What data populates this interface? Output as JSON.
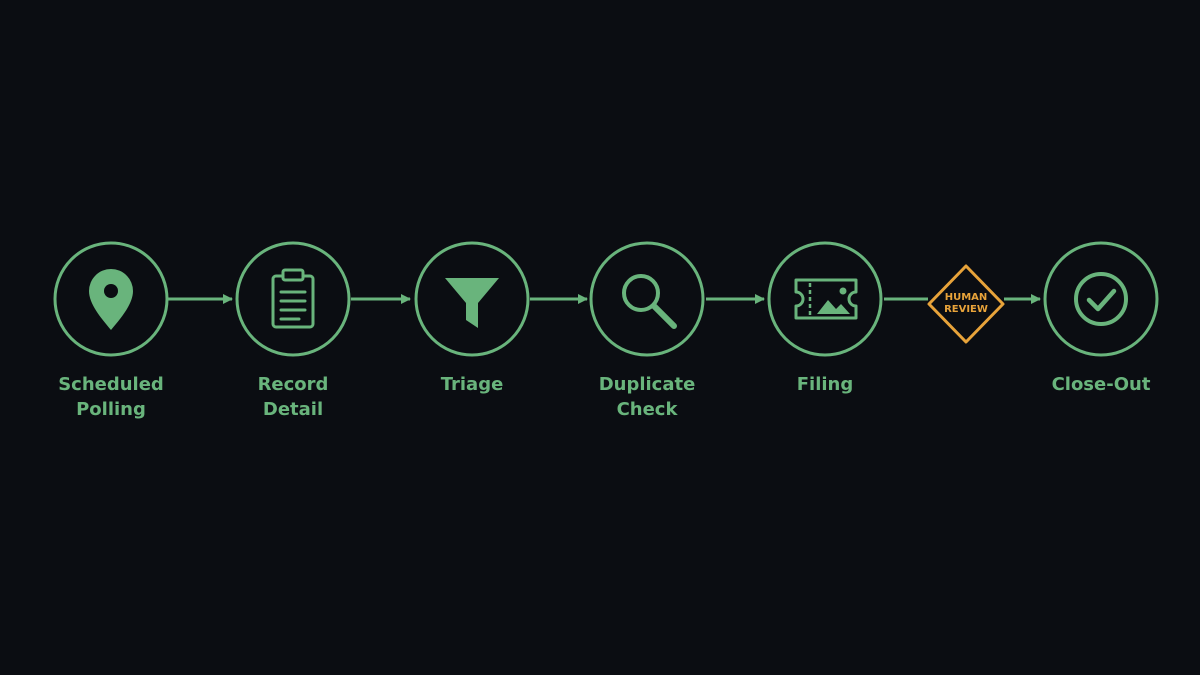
{
  "colors": {
    "background": "#0b0d12",
    "primary": "#69b47c",
    "review_gate": "#e8a33a"
  },
  "steps": [
    {
      "id": "scheduled-polling",
      "label_lines": [
        "Scheduled",
        "Polling"
      ],
      "icon": "map-pin-icon"
    },
    {
      "id": "record-detail",
      "label_lines": [
        "Record",
        "Detail"
      ],
      "icon": "clipboard-icon"
    },
    {
      "id": "triage",
      "label_lines": [
        "Triage"
      ],
      "icon": "funnel-icon"
    },
    {
      "id": "duplicate-check",
      "label_lines": [
        "Duplicate",
        "Check"
      ],
      "icon": "magnifier-icon"
    },
    {
      "id": "filing",
      "label_lines": [
        "Filing"
      ],
      "icon": "ticket-image-icon"
    },
    {
      "id": "close-out",
      "label_lines": [
        "Close-Out"
      ],
      "icon": "check-circle-icon"
    }
  ],
  "review_gate": {
    "label_lines": [
      "HUMAN",
      "REVIEW"
    ],
    "shape": "diamond"
  }
}
